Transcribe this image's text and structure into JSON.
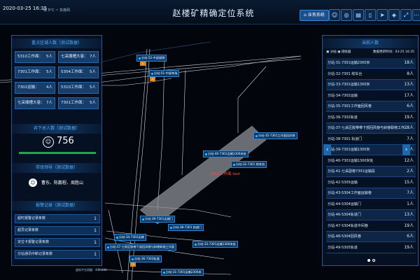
{
  "header": {
    "datetime": "2020-03-25 16:35",
    "weather": "晴 5°C ~ 东南风",
    "title": "赵楼矿精确定位系统",
    "system_button": "业务系统",
    "toolbar_icons": [
      "person-icon",
      "location-icon",
      "document-icon",
      "phone-icon",
      "send-icon",
      "layers-icon",
      "expand-icon",
      "more-icon"
    ]
  },
  "left": {
    "area_title": "重点区域人数（测试数据）",
    "areas": [
      {
        "name": "5310工作面：",
        "count": "5人"
      },
      {
        "name": "七采顺槽大巷：",
        "count": "7人"
      },
      {
        "name": "7301工作面：",
        "count": "5人"
      },
      {
        "name": "5304工作面：",
        "count": "5人"
      },
      {
        "name": "7302运输：",
        "count": "4人"
      },
      {
        "name": "5310工作面：",
        "count": "5人"
      },
      {
        "name": "七采顺槽大巷：",
        "count": "7人"
      },
      {
        "name": "7301工作面：",
        "count": "5人"
      }
    ],
    "downhole_title": "井下总人数（测试数据）",
    "downhole_count": "756",
    "leaders_title": "带班领导（测试数据）",
    "leaders": "曹东、陈鹏程、周胜山",
    "alarm_title": "报警记录（测试数据）",
    "alarms": [
      {
        "label": "超时报警记录条数",
        "count": "1"
      },
      {
        "label": "超员记录条数",
        "count": "1"
      },
      {
        "label": "定位卡报警记录条数",
        "count": "1"
      },
      {
        "label": "分站通讯中断记录条数",
        "count": "1"
      }
    ]
  },
  "right": {
    "title": "当前人数",
    "legend_station": "分站",
    "legend_reader": "接收器",
    "update_time": "数据更新时间：03-25 16:35",
    "rows": [
      {
        "name": "分站-31-7301运输2300米",
        "count": "18人"
      },
      {
        "name": "分站-32-7301 绞车台",
        "count": "8人"
      },
      {
        "name": "分站-33-7301运输1300米",
        "count": "13人"
      },
      {
        "name": "分站-34-7302运输",
        "count": "17人"
      },
      {
        "name": "分站-35-7301工作面回风巷",
        "count": "6人"
      },
      {
        "name": "分站-36-7302轨道",
        "count": "19人"
      },
      {
        "name": "分站-37-七采区胶带带下部回风巷与斜巷联络工作...",
        "count": "28人"
      },
      {
        "name": "分站-38-7301 轨道门",
        "count": "7人"
      },
      {
        "name": "分站-39-7301运输1300米",
        "count": "21人"
      },
      {
        "name": "分站-40-7301运输1300米处",
        "count": "12人"
      },
      {
        "name": "分站-41-七采副巷7301运输段",
        "count": "2人"
      },
      {
        "name": "分站-42-5305运输",
        "count": "15人"
      },
      {
        "name": "分站-43-5304工作面运输巷",
        "count": "7人"
      },
      {
        "name": "分站-44-5304运输门",
        "count": "1人"
      },
      {
        "name": "分站-46-5304轨道门",
        "count": "13人"
      },
      {
        "name": "分站-47-5304轨道中间巷",
        "count": "19人"
      },
      {
        "name": "分站-48-5304回风巷",
        "count": "6人"
      },
      {
        "name": "分站-49-5305轨道",
        "count": "19人"
      }
    ]
  },
  "map": {
    "stations": [
      {
        "label": "分站-52-中部副巷"
      },
      {
        "label": "分站-51-中部车场"
      },
      {
        "label": "分站-35-7301工作面回风巷"
      },
      {
        "label": "分站-40-7301运输1300米处"
      },
      {
        "label": "分站-32-7301 绞车台"
      },
      {
        "label": "分站-39-7301运输门"
      },
      {
        "label": "分站-38-7301 轨道门"
      },
      {
        "label": "分站-34-7302运输"
      },
      {
        "label": "分站-37-七采区胶带下部回风巷与斜巷联络工作面"
      },
      {
        "label": "分站-33-7301运输1300米处"
      },
      {
        "label": "分站-36-7302轨道"
      },
      {
        "label": "分站-31-7301运输2300米"
      }
    ],
    "work_face_label": "7301工作面-test",
    "bottom_note": "虚拟平台测量：400.000"
  }
}
